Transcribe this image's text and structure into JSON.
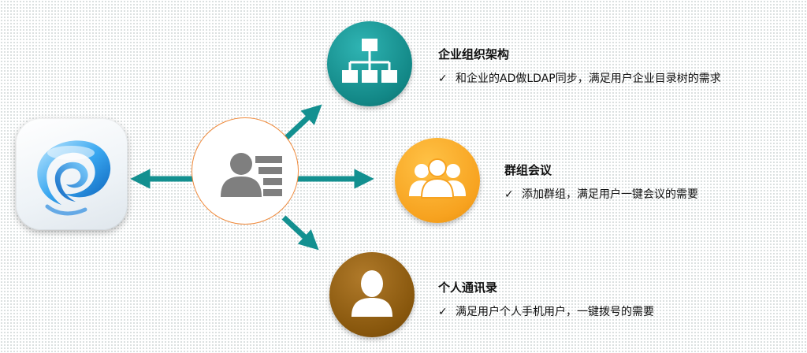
{
  "icons": {
    "app_logo": "swirl-app-logo-icon",
    "hub": "user-directory-icon",
    "org": "org-chart-icon",
    "group": "user-group-icon",
    "contact": "single-user-icon",
    "check": "checkmark-icon"
  },
  "colors": {
    "arrow": "#139090",
    "hub_ring": "#ef8a3c",
    "org_node": "#128786",
    "group_node": "#f7a21f",
    "contact_node": "#87560c",
    "hub_icon": "#7f7f7f"
  },
  "features": [
    {
      "title": "企业组织架构",
      "check": "✓",
      "desc": "和企业的AD做LDAP同步，满足用户企业目录树的需求"
    },
    {
      "title": "群组会议",
      "check": "✓",
      "desc": "添加群组，满足用户一键会议的需要"
    },
    {
      "title": "个人通讯录",
      "check": "✓",
      "desc": "满足用户个人手机用户，一键拨号的需要"
    }
  ]
}
